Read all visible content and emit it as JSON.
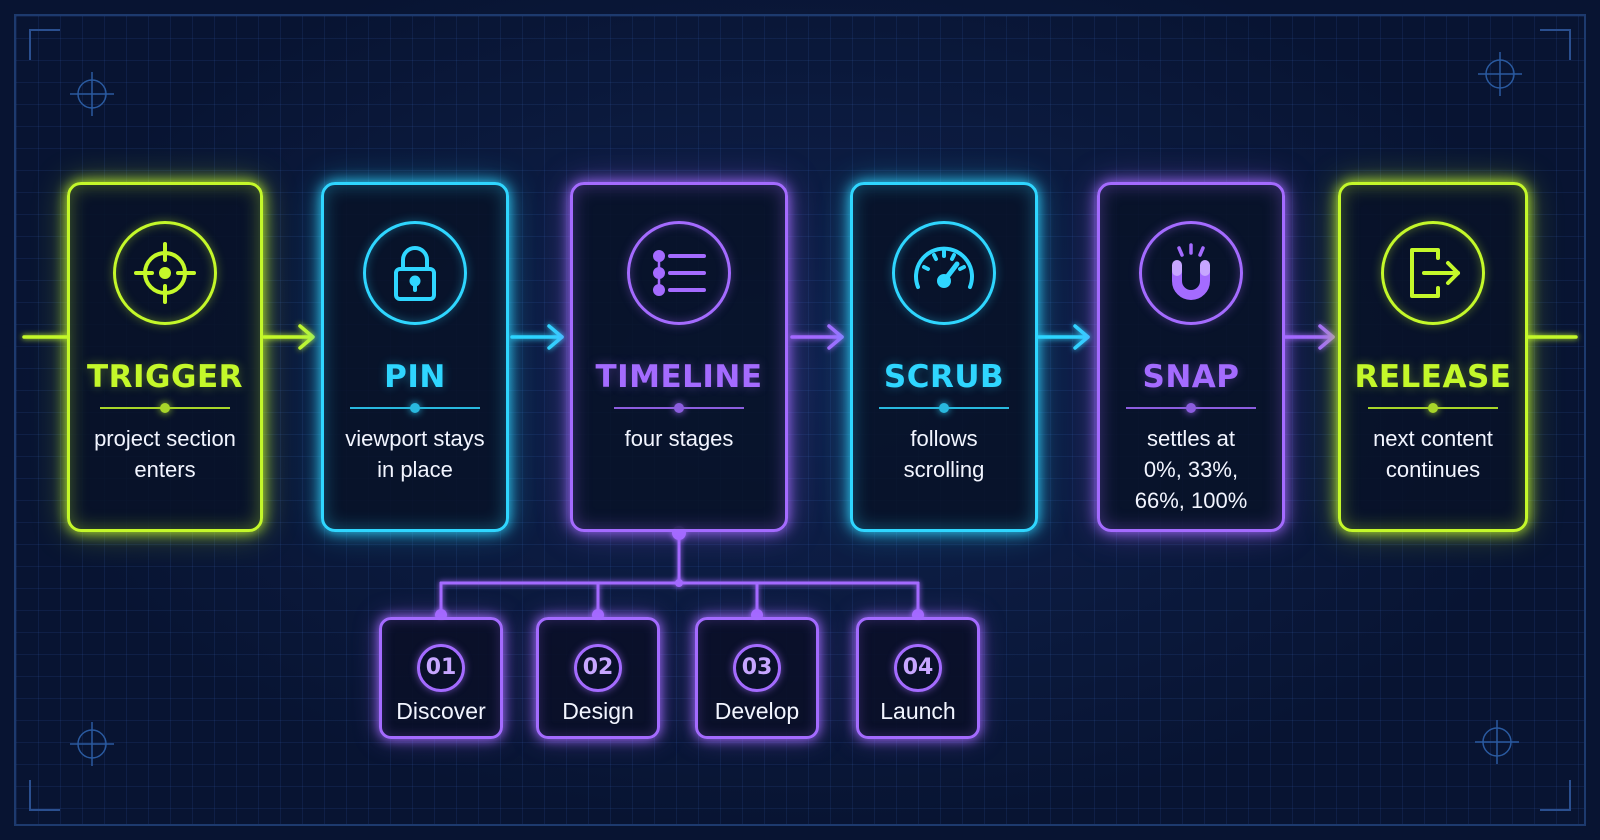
{
  "colors": {
    "lime": "#c4f82a",
    "cyan": "#2fd6ff",
    "purple": "#a46bff",
    "background": "#081432",
    "text": "#f2f5ff"
  },
  "steps": [
    {
      "title": "TRIGGER",
      "description": "project section\nenters",
      "icon": "crosshair-icon"
    },
    {
      "title": "PIN",
      "description": "viewport stays\nin place",
      "icon": "lock-icon"
    },
    {
      "title": "TIMELINE",
      "description": "four stages",
      "icon": "list-icon"
    },
    {
      "title": "SCRUB",
      "description": "follows\nscrolling",
      "icon": "speedometer-icon"
    },
    {
      "title": "SNAP",
      "description": "settles at\n0%, 33%,\n66%, 100%",
      "icon": "magnet-icon"
    },
    {
      "title": "RELEASE",
      "description": "next content\ncontinues",
      "icon": "exit-icon"
    }
  ],
  "stages": [
    {
      "number": "01",
      "label": "Discover"
    },
    {
      "number": "02",
      "label": "Design"
    },
    {
      "number": "03",
      "label": "Develop"
    },
    {
      "number": "04",
      "label": "Launch"
    }
  ]
}
